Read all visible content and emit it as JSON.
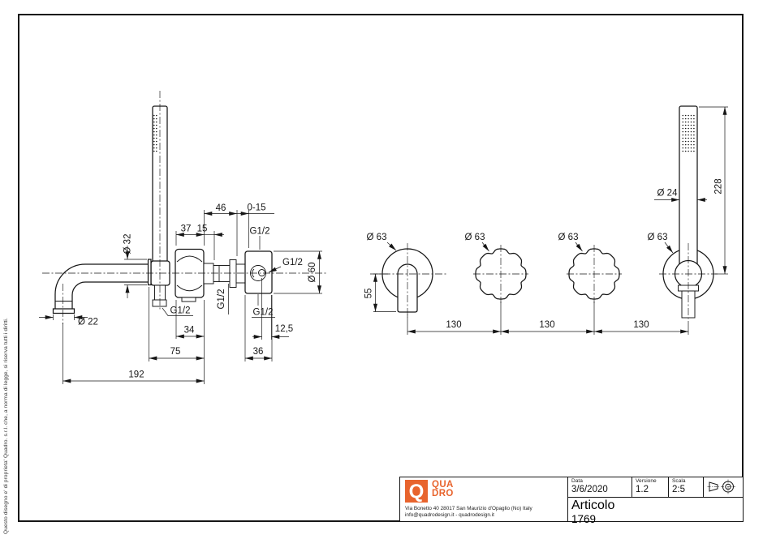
{
  "copyright": "Questo disegno e' di proprieta' Quadro. s.r.l. che, a norma di legge, si riserva tutti i diritti.",
  "drawing": {
    "side_view": {
      "dia32": "Ø 32",
      "d46": "46",
      "d0_15": "0-15",
      "d37": "37",
      "d15": "15",
      "g12_top": "G1/2",
      "g12_side": "G1/2",
      "dia60": "Ø 60",
      "g12_holder": "G1/2",
      "g12_cartridge": "G1/2",
      "g12_plate": "G1/2",
      "dia22": "Ø 22",
      "d34": "34",
      "d12_5": "12,5",
      "d75": "75",
      "d36": "36",
      "d192": "192"
    },
    "front_view": {
      "dia63_spout": "Ø 63",
      "dia63_knob1": "Ø 63",
      "dia63_knob2": "Ø 63",
      "dia63_holder": "Ø 63",
      "d55": "55",
      "d130_1": "130",
      "d130_2": "130",
      "d130_3": "130",
      "dia24": "Ø 24",
      "d228": "228"
    }
  },
  "title_block": {
    "logo": {
      "q": "Q",
      "line1": "QUA",
      "line2": "DRO"
    },
    "address_line1": "Via Bonetto 40  28017 San Maurizio d'Opaglio (No) Italy",
    "address_line2": "info@quadrodesign.it  -  quadrodesign.it",
    "data_label": "Data",
    "data_value": "3/6/2020",
    "versione_label": "Versione",
    "versione_value": "1.2",
    "scala_label": "Scala",
    "scala_value": "2:5",
    "articolo_label": "Articolo",
    "articolo_value": "1769"
  },
  "colors": {
    "line": "#161616",
    "accent_orange": "#e8642d"
  }
}
